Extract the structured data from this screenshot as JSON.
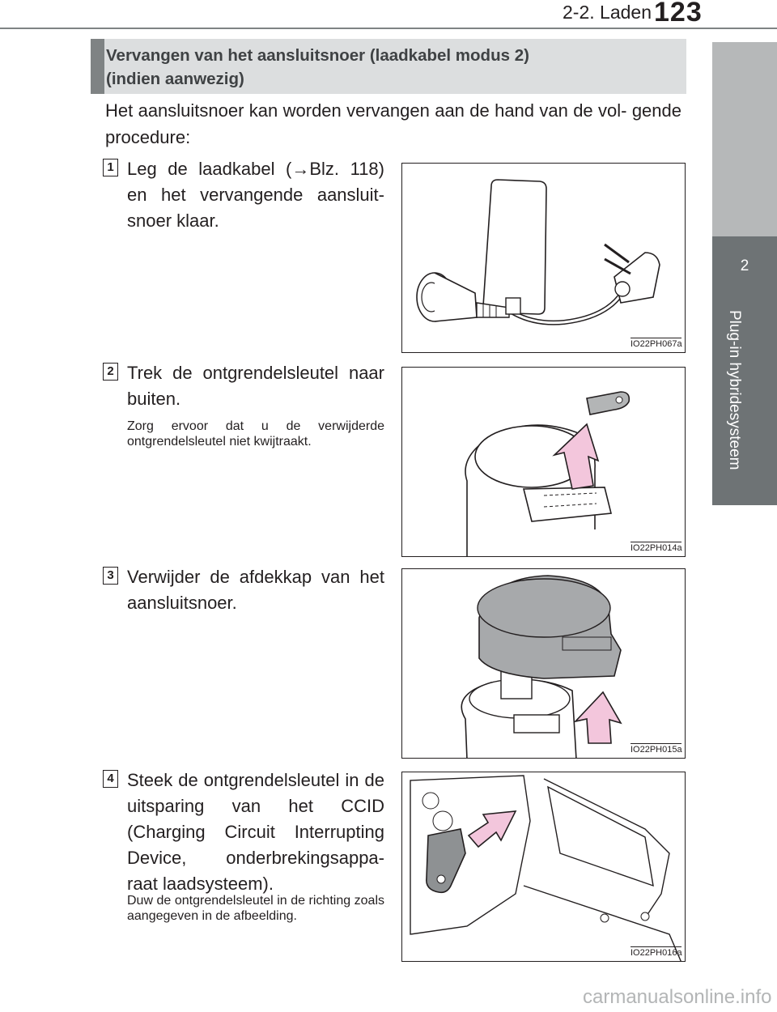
{
  "header": {
    "section": "2-2. Laden",
    "page_number": "123"
  },
  "side_tab": {
    "chapter_number": "2",
    "chapter_title": "Plug-in hybridesysteem"
  },
  "section": {
    "heading_line1": "Vervangen van het aansluitsnoer (laadkabel modus 2)",
    "heading_line2": "(indien aanwezig)",
    "intro": "Het aansluitsnoer kan worden vervangen aan de hand van de vol- gende procedure:"
  },
  "steps": [
    {
      "number": "1",
      "text": "Leg de laadkabel (→Blz. 118) en het vervangende aansluit- snoer klaar.",
      "note": "",
      "figure_code": "IO22PH067a"
    },
    {
      "number": "2",
      "text": "Trek de ontgrendelsleutel naar buiten.",
      "note": "Zorg ervoor dat u de verwijderde ontgrendelsleutel niet kwijtraakt.",
      "figure_code": "IO22PH014a"
    },
    {
      "number": "3",
      "text": "Verwijder de afdekkap van het aansluitsnoer.",
      "note": "",
      "figure_code": "IO22PH015a"
    },
    {
      "number": "4",
      "text": "Steek de ontgrendelsleutel in de uitsparing van het CCID (Charging Circuit Interrupting Device, onderbrekingsappa- raat laadsysteem).",
      "note": "Duw de ontgrendelsleutel in de richting zoals aangegeven in de afbeelding.",
      "figure_code": "IO22PH016a"
    }
  ],
  "watermark": "carmanualsonline.info",
  "colors": {
    "arrow_fill": "#f3c6dc",
    "tab_dark": "#6e7375",
    "tab_light": "#b6b8b9",
    "heading_bg": "#dcdedf"
  }
}
